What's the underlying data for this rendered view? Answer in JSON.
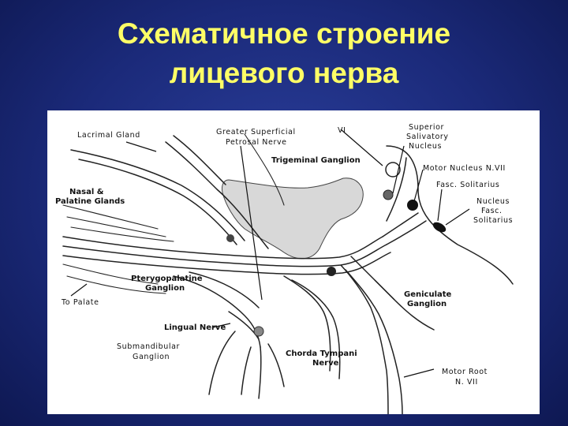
{
  "slide": {
    "title_line1": "Схематичное строение",
    "title_line2": "лицевого нерва"
  },
  "diagram": {
    "labels": {
      "lacrimal_gland": "Lacrimal Gland",
      "greater_superficial_line1": "Greater Superficial",
      "greater_superficial_line2": "Petrosal Nerve",
      "vi": "VI",
      "superior_salivatory_line1": "Superior",
      "superior_salivatory_line2": "Salivatory",
      "superior_salivatory_line3": "Nucleus",
      "trigeminal_ganglion": "Trigeminal Ganglion",
      "motor_nucleus": "Motor Nucleus N.VII",
      "fasc_solitarius": "Fasc. Solitarius",
      "nucleus_fasc_line1": "Nucleus",
      "nucleus_fasc_line2": "Fasc.",
      "nucleus_fasc_line3": "Solitarius",
      "nasal_palatine_line1": "Nasal &",
      "nasal_palatine_line2": "Palatine Glands",
      "pterygopalatine_line1": "Pterygopalatine",
      "pterygopalatine_line2": "Ganglion",
      "to_palate": "To Palate",
      "geniculate_line1": "Geniculate",
      "geniculate_line2": "Ganglion",
      "lingual_nerve": "Lingual Nerve",
      "submandibular_line1": "Submandibular",
      "submandibular_line2": "Ganglion",
      "chorda_tympani_line1": "Chorda Tympani",
      "chorda_tympani_line2": "Nerve",
      "motor_root_line1": "Motor Root",
      "motor_root_line2": "N. VII"
    }
  },
  "colors": {
    "background": "#1b2a7a",
    "title": "#ffff66",
    "panel": "#ffffff",
    "ganglion_fill": "#d8d8d8"
  }
}
